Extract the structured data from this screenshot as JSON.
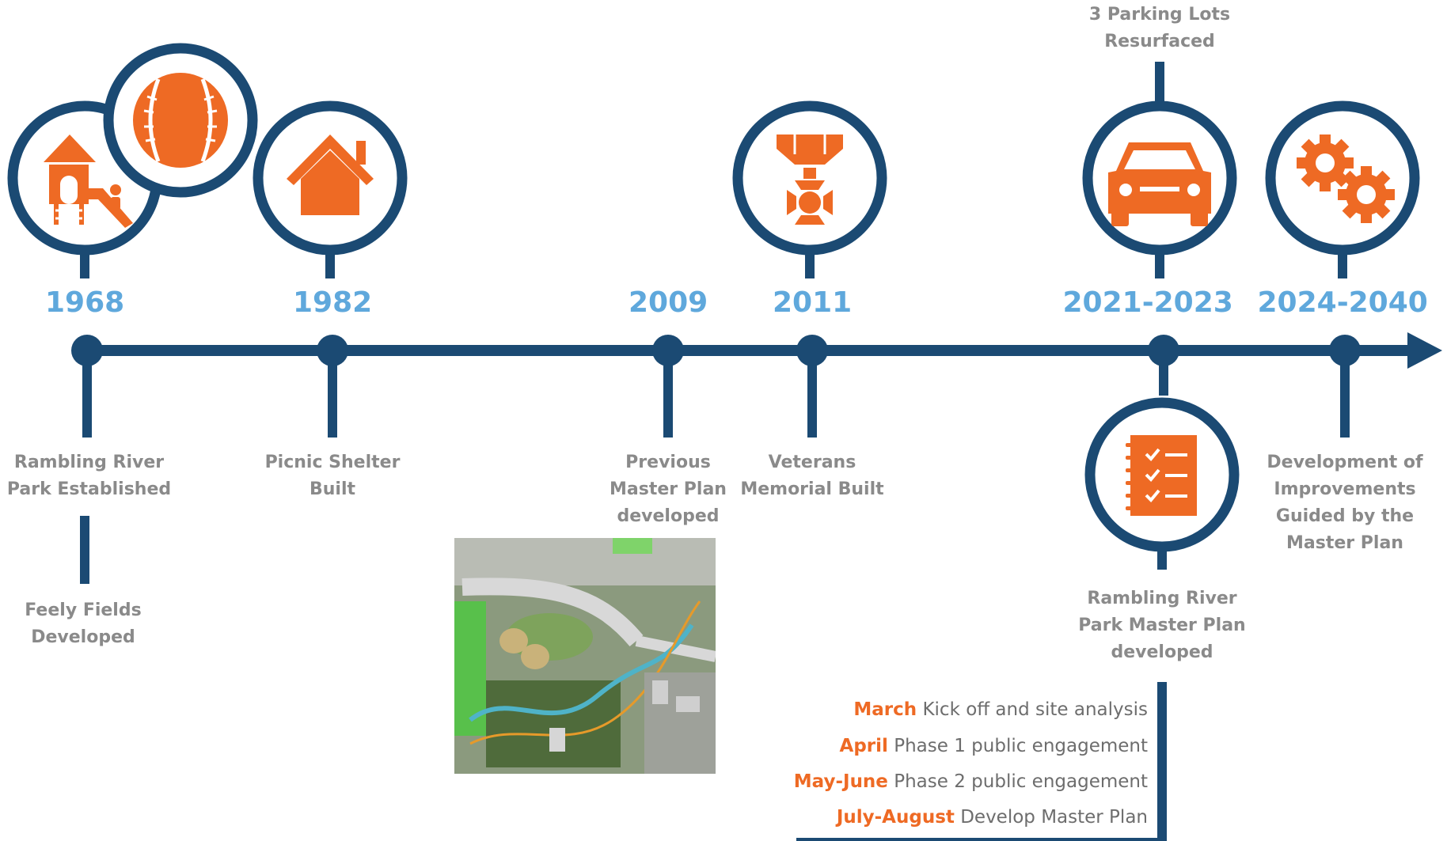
{
  "colors": {
    "navy": "#1b4a73",
    "orange": "#ee6a24",
    "year_blue": "#5fa8dc",
    "label_gray": "#8a8a8a",
    "text_gray": "#6d6d6d"
  },
  "milestones": [
    {
      "id": "m1968",
      "year": "1968",
      "label": [
        "Rambling River",
        "Park Established"
      ],
      "icons": [
        "playground-icon",
        "baseball-icon"
      ]
    },
    {
      "id": "m1982",
      "year": "1982",
      "label": [
        "Picnic Shelter",
        "Built"
      ],
      "icons": [
        "house-icon"
      ]
    },
    {
      "id": "m2009",
      "year": "2009",
      "label": [
        "Previous",
        "Master Plan",
        "developed"
      ],
      "icons": [
        "site-map-image"
      ]
    },
    {
      "id": "m2011",
      "year": "2011",
      "label": [
        "Veterans",
        "Memorial Built"
      ],
      "icons": [
        "medal-icon"
      ]
    },
    {
      "id": "m2021",
      "year": "2021-2023",
      "label": [
        "Rambling River",
        "Park Master Plan",
        "developed"
      ],
      "above_label": [
        "3 Parking Lots",
        "Resurfaced"
      ],
      "icons": [
        "car-icon",
        "checklist-icon"
      ]
    },
    {
      "id": "m2024",
      "year": "2024-2040",
      "label": [
        "Development of",
        "Improvements",
        "Guided by the",
        "Master Plan"
      ],
      "icons": [
        "gears-icon"
      ]
    }
  ],
  "sub_milestone": {
    "label": [
      "Feely Fields",
      "Developed"
    ]
  },
  "phases": [
    {
      "month": "March",
      "text": "Kick off and site analysis"
    },
    {
      "month": "April",
      "text": "Phase 1 public engagement"
    },
    {
      "month": "May-June",
      "text": "Phase 2 public engagement"
    },
    {
      "month": "July-August",
      "text": "Develop Master Plan"
    }
  ]
}
